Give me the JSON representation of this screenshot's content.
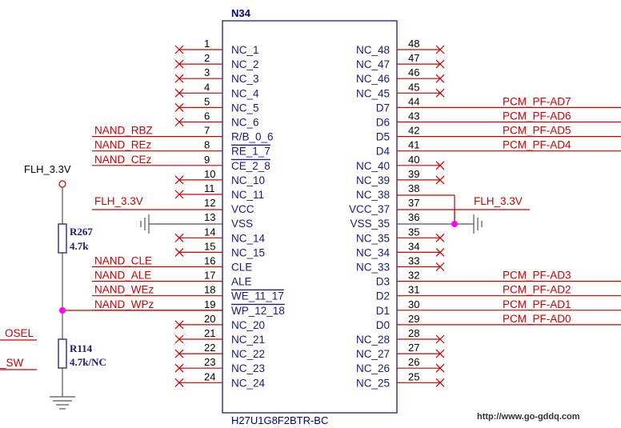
{
  "chip": {
    "designator": "N34",
    "part_number": "H27U1G8F2BTR-BC"
  },
  "left_pins": [
    {
      "num": "1",
      "name": "NC_1",
      "overbar": false,
      "net": "",
      "nc": true
    },
    {
      "num": "2",
      "name": "NC_2",
      "overbar": false,
      "net": "",
      "nc": true
    },
    {
      "num": "3",
      "name": "NC_3",
      "overbar": false,
      "net": "",
      "nc": true
    },
    {
      "num": "4",
      "name": "NC_4",
      "overbar": false,
      "net": "",
      "nc": true
    },
    {
      "num": "5",
      "name": "NC_5",
      "overbar": false,
      "net": "",
      "nc": true
    },
    {
      "num": "6",
      "name": "NC_6",
      "overbar": false,
      "net": "",
      "nc": true
    },
    {
      "num": "7",
      "name": "R/B_0_6",
      "overbar": false,
      "net": "NAND_RBZ",
      "nc": false
    },
    {
      "num": "8",
      "name": "RE_1_7",
      "overbar": true,
      "net": "NAND_REz",
      "nc": false
    },
    {
      "num": "9",
      "name": "CE_2_8",
      "overbar": true,
      "net": "NAND_CEz",
      "nc": false
    },
    {
      "num": "10",
      "name": "NC_10",
      "overbar": false,
      "net": "",
      "nc": true
    },
    {
      "num": "11",
      "name": "NC_11",
      "overbar": false,
      "net": "",
      "nc": true
    },
    {
      "num": "12",
      "name": "VCC",
      "overbar": false,
      "net": "FLH_3.3V",
      "nc": false
    },
    {
      "num": "13",
      "name": "VSS",
      "overbar": false,
      "net": "",
      "nc": false
    },
    {
      "num": "14",
      "name": "NC_14",
      "overbar": false,
      "net": "",
      "nc": true
    },
    {
      "num": "15",
      "name": "NC_15",
      "overbar": false,
      "net": "",
      "nc": true
    },
    {
      "num": "16",
      "name": "CLE",
      "overbar": false,
      "net": "NAND_CLE",
      "nc": false
    },
    {
      "num": "17",
      "name": "ALE",
      "overbar": false,
      "net": "NAND_ALE",
      "nc": false
    },
    {
      "num": "18",
      "name": "WE_11_17",
      "overbar": true,
      "net": "NAND_WEz",
      "nc": false
    },
    {
      "num": "19",
      "name": "WP_12_18",
      "overbar": true,
      "net": "NAND_WPz",
      "nc": false
    },
    {
      "num": "20",
      "name": "NC_20",
      "overbar": false,
      "net": "",
      "nc": true
    },
    {
      "num": "21",
      "name": "NC_21",
      "overbar": false,
      "net": "",
      "nc": true
    },
    {
      "num": "22",
      "name": "NC_22",
      "overbar": false,
      "net": "",
      "nc": true
    },
    {
      "num": "23",
      "name": "NC_23",
      "overbar": false,
      "net": "",
      "nc": true
    },
    {
      "num": "24",
      "name": "NC_24",
      "overbar": false,
      "net": "",
      "nc": true
    }
  ],
  "right_pins": [
    {
      "num": "48",
      "name": "NC_48",
      "net": "",
      "nc": true
    },
    {
      "num": "47",
      "name": "NC_47",
      "net": "",
      "nc": true
    },
    {
      "num": "46",
      "name": "NC_46",
      "net": "",
      "nc": true
    },
    {
      "num": "45",
      "name": "NC_45",
      "net": "",
      "nc": true
    },
    {
      "num": "44",
      "name": "D7",
      "net": "PCM_PF-AD7",
      "nc": false
    },
    {
      "num": "43",
      "name": "D6",
      "net": "PCM_PF-AD6",
      "nc": false
    },
    {
      "num": "42",
      "name": "D5",
      "net": "PCM_PF-AD5",
      "nc": false
    },
    {
      "num": "41",
      "name": "D4",
      "net": "PCM_PF-AD4",
      "nc": false
    },
    {
      "num": "40",
      "name": "NC_40",
      "net": "",
      "nc": true
    },
    {
      "num": "39",
      "name": "NC_39",
      "net": "",
      "nc": true
    },
    {
      "num": "38",
      "name": "NC_38",
      "net": "",
      "nc": false
    },
    {
      "num": "37",
      "name": "VCC_37",
      "net": "FLH_3.3V",
      "nc": false
    },
    {
      "num": "36",
      "name": "VSS_35",
      "net": "",
      "nc": false
    },
    {
      "num": "35",
      "name": "NC_35",
      "net": "",
      "nc": true
    },
    {
      "num": "34",
      "name": "NC_34",
      "net": "",
      "nc": true
    },
    {
      "num": "33",
      "name": "NC_33",
      "net": "",
      "nc": true
    },
    {
      "num": "32",
      "name": "D3",
      "net": "PCM_PF-AD3",
      "nc": false
    },
    {
      "num": "31",
      "name": "D2",
      "net": "PCM_PF-AD2",
      "nc": false
    },
    {
      "num": "30",
      "name": "D1",
      "net": "PCM_PF-AD1",
      "nc": false
    },
    {
      "num": "29",
      "name": "D0",
      "net": "PCM_PF-AD0",
      "nc": false
    },
    {
      "num": "28",
      "name": "NC_28",
      "net": "",
      "nc": true
    },
    {
      "num": "27",
      "name": "NC_27",
      "net": "",
      "nc": true
    },
    {
      "num": "26",
      "name": "NC_26",
      "net": "",
      "nc": true
    },
    {
      "num": "25",
      "name": "NC_25",
      "net": "",
      "nc": true
    }
  ],
  "power": {
    "rail_label": "FLH_3.3V"
  },
  "resistors": [
    {
      "ref": "R267",
      "value": "4.7k"
    },
    {
      "ref": "R114",
      "value": "4.7k/NC"
    }
  ],
  "offpage_labels": [
    "OSEL",
    "_SW"
  ],
  "watermark": "http://www.go-gddq.com",
  "colors": {
    "net": "#cc0000",
    "pin_name": "#1a1a80",
    "junction": "#ff00ff",
    "outline": "#000000"
  }
}
